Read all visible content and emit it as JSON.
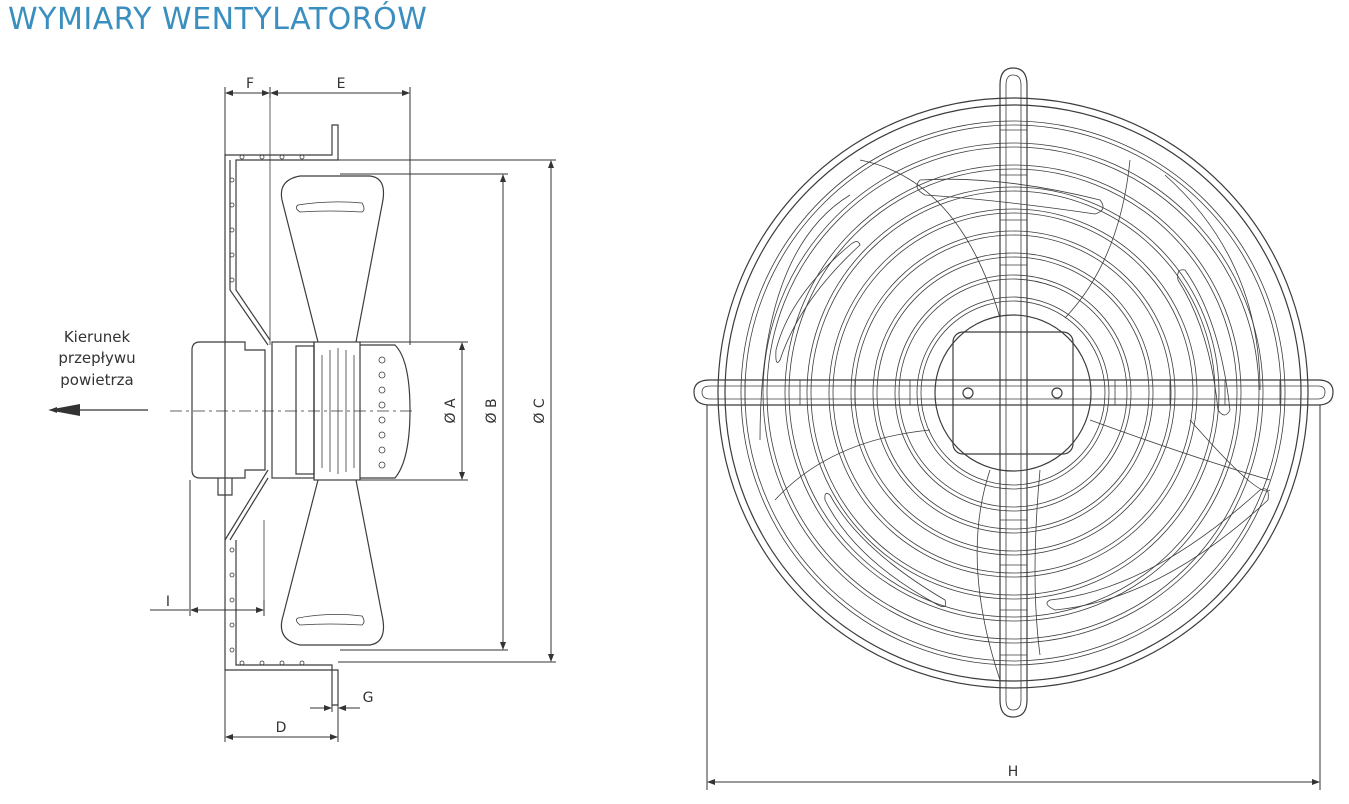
{
  "title": "WYMIARY WENTYLATORÓW",
  "labels": {
    "F": "F",
    "E": "E",
    "A": "Ø A",
    "B": "Ø B",
    "C": "Ø C",
    "I": "I",
    "G": "G",
    "D": "D",
    "H": "H"
  },
  "airflow": {
    "line1": "Kierunek",
    "line2": "przepływu",
    "line3": "powietrza"
  },
  "colors": {
    "title": "#3a8fc0",
    "line": "#3c3c3c"
  }
}
